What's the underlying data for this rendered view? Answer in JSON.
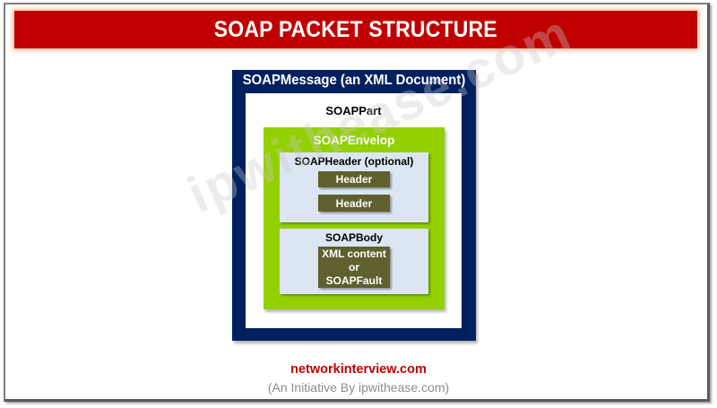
{
  "title": "SOAP PACKET STRUCTURE",
  "watermark": "ipwithease.com",
  "diagram": {
    "soap_message": {
      "label": "SOAPMessage (an XML Document)",
      "color": "#002060"
    },
    "soap_part": {
      "label": "SOAPPart",
      "color": "#ffffff"
    },
    "soap_envelop": {
      "label": "SOAPEnvelop",
      "color": "#92d000"
    },
    "soap_header": {
      "label": "SOAPHeader (optional)",
      "color": "#dce6f2",
      "headers": [
        "Header",
        "Header"
      ]
    },
    "soap_body": {
      "label": "SOAPBody",
      "color": "#dce6f2",
      "content_lines": [
        "XML content",
        "or",
        "SOAPFault"
      ]
    },
    "olive_color": "#5f5f2f"
  },
  "colors": {
    "title_bar": "#c00000",
    "footer_site": "#c00000",
    "footer_sub": "#8c8c8c"
  },
  "footer": {
    "site": "networkinterview.com",
    "subtitle": "(An Initiative By ipwithease.com)"
  }
}
